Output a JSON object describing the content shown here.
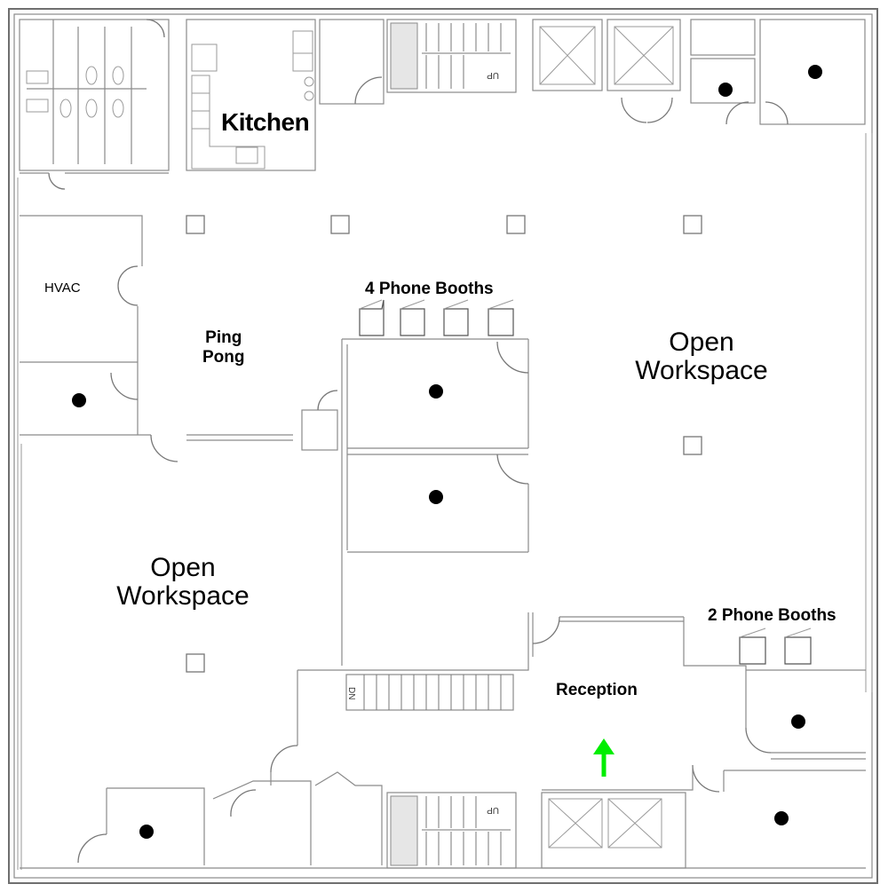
{
  "floor_plan": {
    "labels": {
      "kitchen": "Kitchen",
      "hvac": "HVAC",
      "ping_pong_line1": "Ping",
      "ping_pong_line2": "Pong",
      "phone_booths_4": "4 Phone Booths",
      "phone_booths_2": "2 Phone Booths",
      "open_workspace_east_line1": "Open",
      "open_workspace_east_line2": "Workspace",
      "open_workspace_west_line1": "Open",
      "open_workspace_west_line2": "Workspace",
      "reception": "Reception",
      "stair_up": "UP",
      "stair_dn": "DN"
    },
    "colors": {
      "walls": "#6f6f6f",
      "room_marker": "#000000",
      "entry_arrow": "#00ee00",
      "background": "#ffffff"
    },
    "icons": {
      "entry": "green-up-arrow-icon",
      "occupied_room": "black-dot-icon"
    }
  }
}
